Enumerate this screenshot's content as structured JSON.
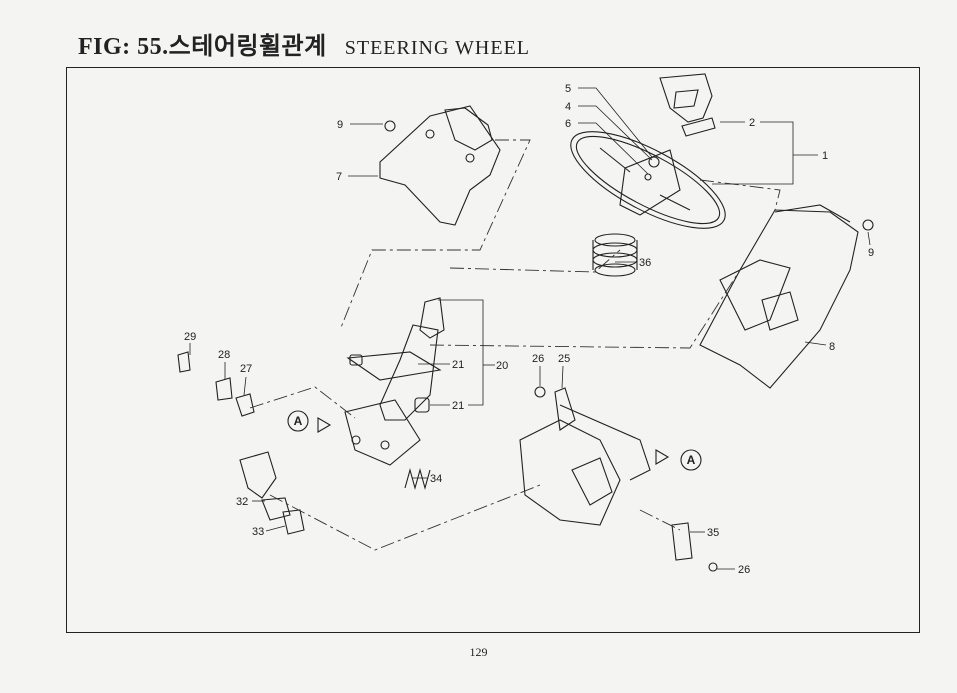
{
  "title": {
    "prefix": "FIG: 55.스테어링휠관계",
    "english": "STEERING WHEEL"
  },
  "page_number": "129",
  "callouts": [
    {
      "id": "c1",
      "text": "1"
    },
    {
      "id": "c2",
      "text": "2"
    },
    {
      "id": "c4",
      "text": "4"
    },
    {
      "id": "c5",
      "text": "5"
    },
    {
      "id": "c6",
      "text": "6"
    },
    {
      "id": "c7",
      "text": "7"
    },
    {
      "id": "c8",
      "text": "8"
    },
    {
      "id": "c9a",
      "text": "9"
    },
    {
      "id": "c9b",
      "text": "9"
    },
    {
      "id": "c20",
      "text": "20"
    },
    {
      "id": "c21a",
      "text": "21"
    },
    {
      "id": "c21b",
      "text": "21"
    },
    {
      "id": "c25",
      "text": "25"
    },
    {
      "id": "c26a",
      "text": "26"
    },
    {
      "id": "c26b",
      "text": "26"
    },
    {
      "id": "c27",
      "text": "27"
    },
    {
      "id": "c28",
      "text": "28"
    },
    {
      "id": "c29",
      "text": "29"
    },
    {
      "id": "c32",
      "text": "32"
    },
    {
      "id": "c33",
      "text": "33"
    },
    {
      "id": "c34",
      "text": "34"
    },
    {
      "id": "c35",
      "text": "35"
    },
    {
      "id": "c36",
      "text": "36"
    }
  ],
  "reference_marks": [
    {
      "id": "refA1",
      "text": "A"
    },
    {
      "id": "refA2",
      "text": "A"
    }
  ]
}
